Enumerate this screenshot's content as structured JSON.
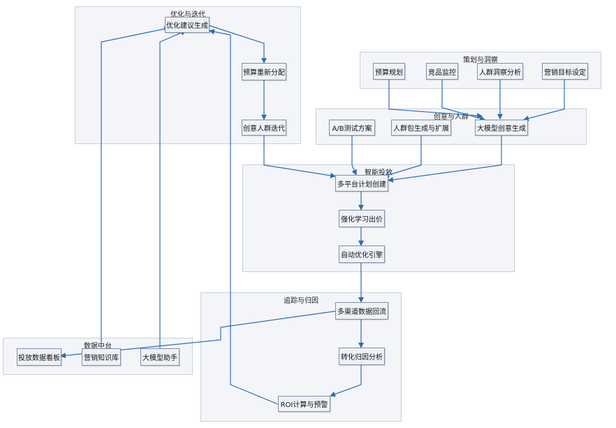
{
  "groups": {
    "optimize": "优化与迭代",
    "plan": "策划与洞察",
    "creative": "创意与人群",
    "delivery": "智能投放",
    "tracking": "追踪与归因",
    "datahub": "数据中台"
  },
  "nodes": {
    "opt_suggest": "优化建议生成",
    "budget_realloc": "预算重新分配",
    "creative_iter": "创意人群迭代",
    "budget_plan": "预算规划",
    "competitor_monitor": "竞品监控",
    "audience_insight": "人群洞察分析",
    "marketing_goal": "营销目标设定",
    "ab_test": "A/B测试方案",
    "audience_pack": "人群包生成与扩展",
    "llm_creative": "大模型创意生成",
    "multi_platform": "多平台计划创建",
    "rl_bidding": "强化学习出价",
    "auto_opt": "自动优化引擎",
    "multi_channel": "多渠道数据回流",
    "attribution": "转化归因分析",
    "roi": "ROI计算与预警",
    "dashboard": "投放数据看板",
    "knowledge_base": "营销知识库",
    "llm_assistant": "大模型助手"
  },
  "colors": {
    "edge": "#2f6db3",
    "node_border": "#7f8fa6",
    "group_bg": "#f3f5f9"
  }
}
